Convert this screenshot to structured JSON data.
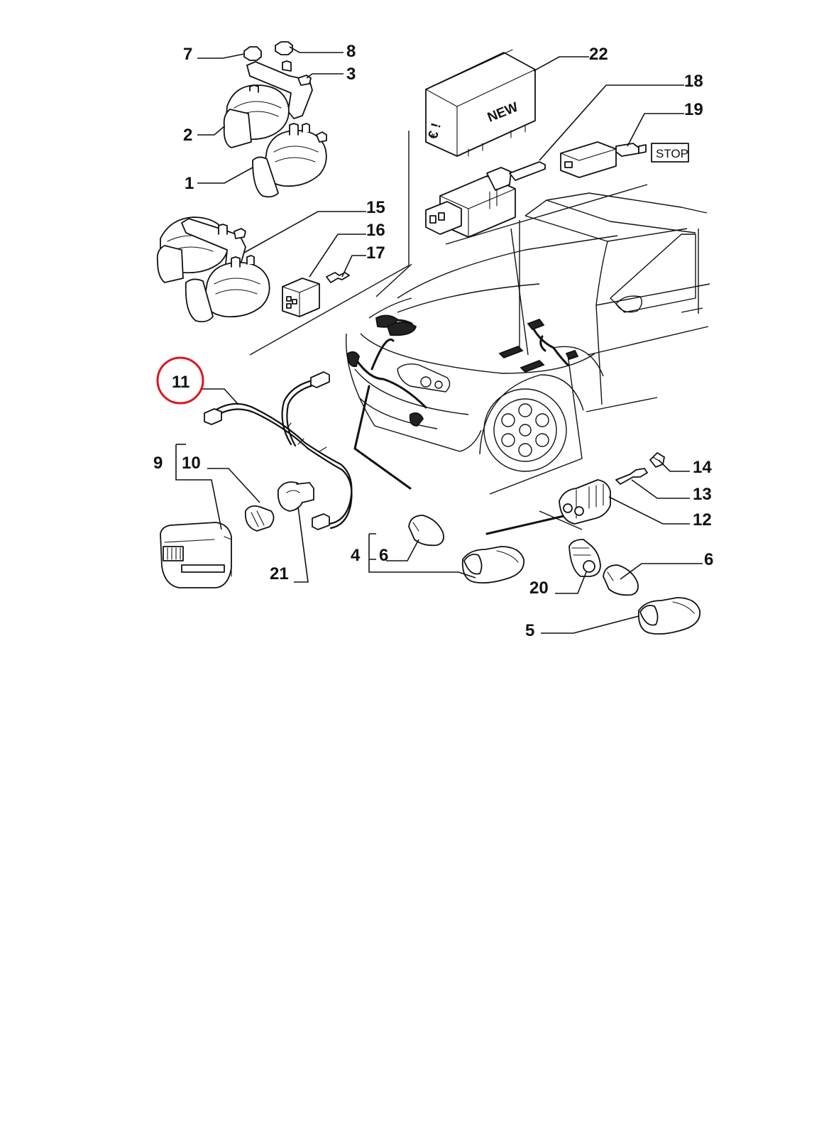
{
  "diagram": {
    "callouts": [
      "1",
      "2",
      "3",
      "4",
      "5",
      "6",
      "6",
      "7",
      "8",
      "9",
      "10",
      "11",
      "12",
      "13",
      "14",
      "15",
      "16",
      "17",
      "18",
      "19",
      "20",
      "21",
      "22"
    ],
    "box_label": "NEW",
    "box_euro": "€ !",
    "stop_label": "STOP",
    "highlight_color": "#e0141e",
    "highlighted_callout": "11"
  }
}
